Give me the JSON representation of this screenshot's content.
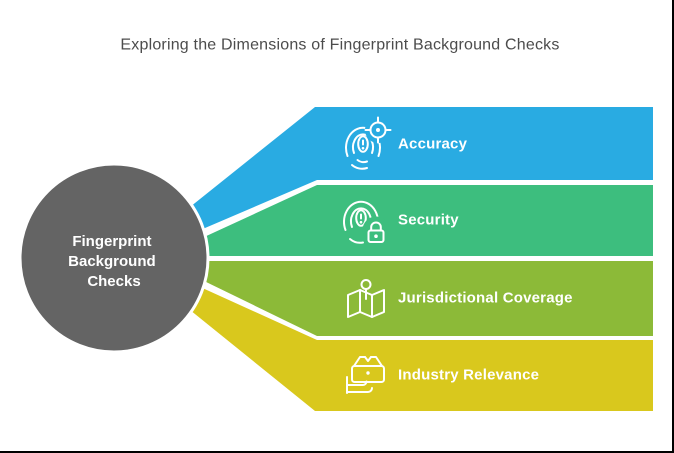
{
  "title": "Exploring the Dimensions of Fingerprint Background Checks",
  "center_node": {
    "lines": [
      "Fingerprint",
      "Background",
      "Checks"
    ],
    "color": "#646464"
  },
  "bands": [
    {
      "label": "Accuracy",
      "color": "#29abe2",
      "icon": "fingerprint-target-icon"
    },
    {
      "label": "Security",
      "color": "#3dbe7e",
      "icon": "fingerprint-lock-icon"
    },
    {
      "label": "Jurisdictional Coverage",
      "color": "#8cba38",
      "icon": "map-pin-icon"
    },
    {
      "label": "Industry Relevance",
      "color": "#d9c81d",
      "icon": "briefcase-hand-icon"
    }
  ],
  "styles": {
    "title_color": "#4c4c4c",
    "label_color": "#ffffff",
    "background": "#ffffff",
    "frame_border": "#000000"
  }
}
